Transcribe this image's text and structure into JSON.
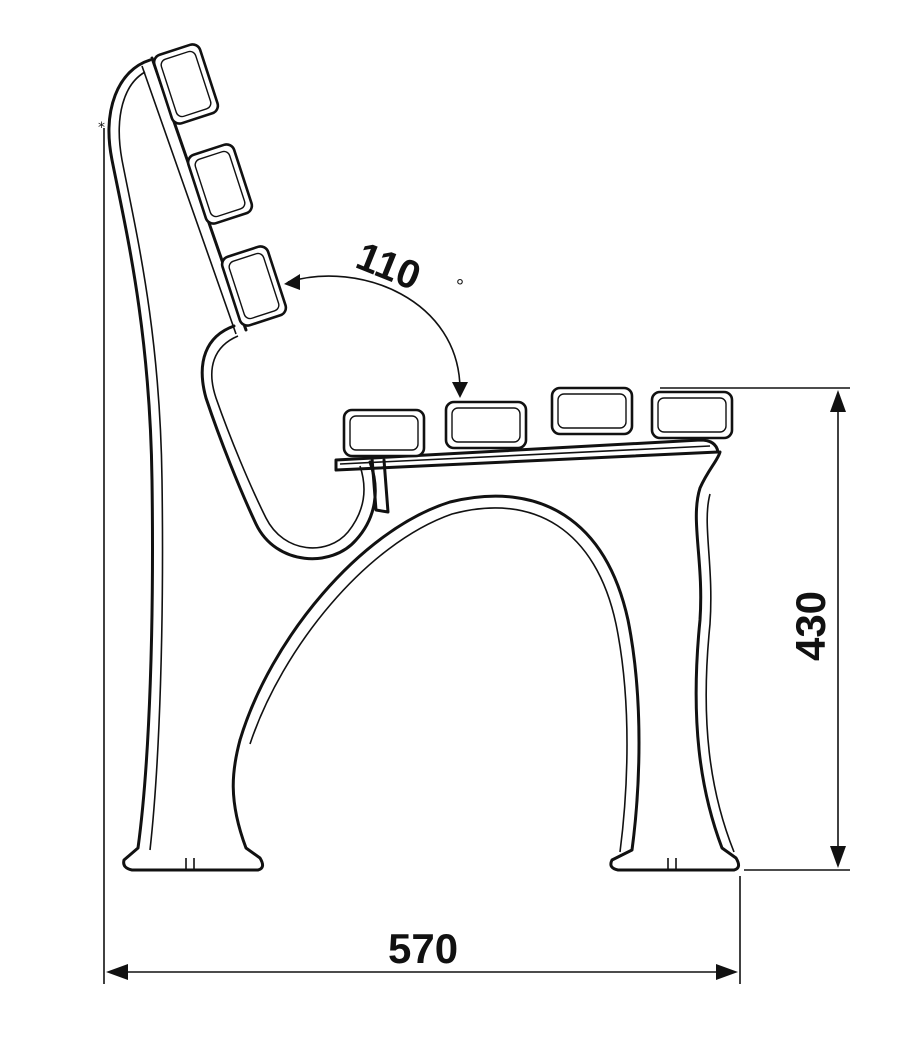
{
  "dimensions": {
    "width": "570",
    "height": "430",
    "angle": "110",
    "angle_unit": "°"
  },
  "colors": {
    "line": "#111111",
    "background": "#ffffff"
  }
}
